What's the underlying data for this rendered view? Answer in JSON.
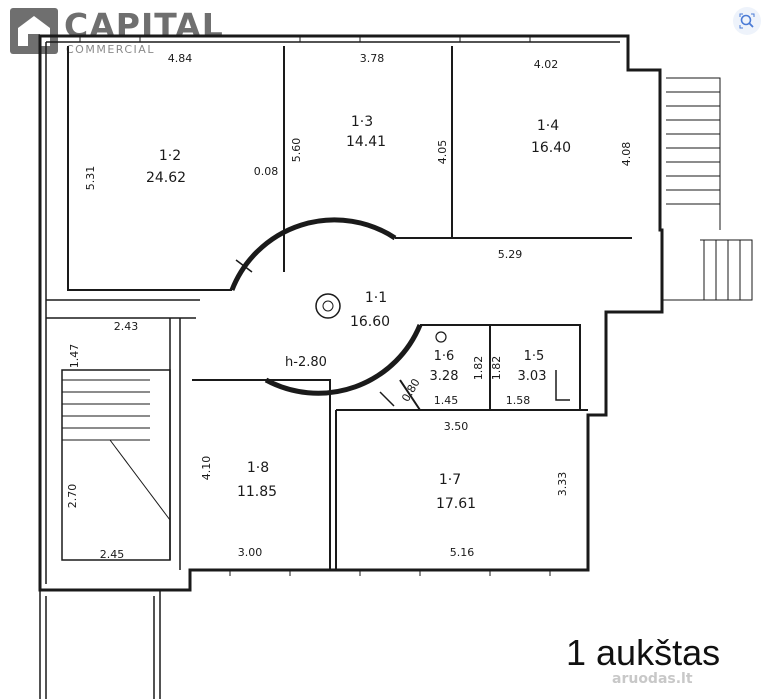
{
  "logo": {
    "name": "CAPITAL",
    "tagline": "COMMERCIAL"
  },
  "zoom_icon": "zoom-icon",
  "rooms": [
    {
      "id": "1·2",
      "area": "24.62"
    },
    {
      "id": "1·3",
      "area": "14.41"
    },
    {
      "id": "1·4",
      "area": "16.40"
    },
    {
      "id": "1·1",
      "area": "16.60"
    },
    {
      "id": "1·6",
      "area": "3.28"
    },
    {
      "id": "1·5",
      "area": "3.03"
    },
    {
      "id": "1·8",
      "area": "11.85"
    },
    {
      "id": "1·7",
      "area": "17.61"
    }
  ],
  "height_label": "h-2.80",
  "dimensions": [
    "4.84",
    "3.78",
    "4.02",
    "5.31",
    "5.60",
    "0.08",
    "4.05",
    "4.08",
    "5.29",
    "2.43",
    "1.47",
    "1.82",
    "1.82",
    "0.80",
    "1.45",
    "1.58",
    "3.50",
    "4.10",
    "3.33",
    "2.70",
    "2.45",
    "3.00",
    "5.16"
  ],
  "floor_label": "1 aukštas",
  "watermark": "aruodas.lt"
}
